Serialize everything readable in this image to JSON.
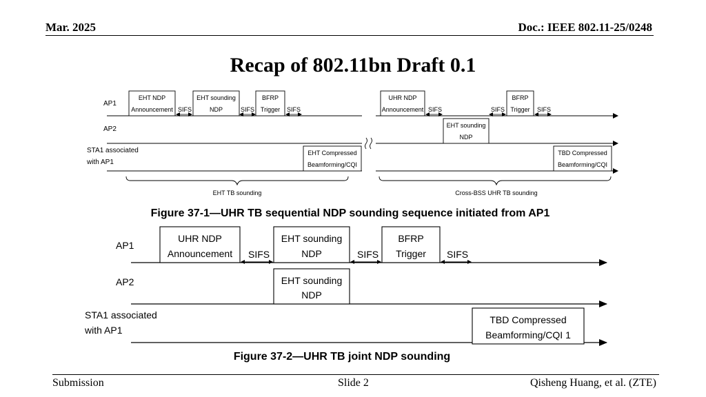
{
  "header": {
    "date": "Mar. 2025",
    "doc": "Doc.: IEEE 802.11-25/0248"
  },
  "title": "Recap of  802.11bn Draft 0.1",
  "figure1": {
    "caption": "Figure 37-1—UHR TB sequential NDP sounding sequence initiated from AP1",
    "rows": {
      "ap1": "AP1",
      "ap2": "AP2",
      "sta_line1": "STA1 associated",
      "sta_line2": "with AP1"
    },
    "left": {
      "ndpa": [
        "EHT NDP",
        "Announcement"
      ],
      "ndp": [
        "EHT sounding",
        "NDP"
      ],
      "trigger": [
        "BFRP",
        "Trigger"
      ],
      "report": [
        "EHT Compressed",
        "Beamforming/CQI"
      ],
      "sifs": "SIFS",
      "brace_label": "EHT TB sounding"
    },
    "right": {
      "ndpa": [
        "UHR NDP",
        "Announcement"
      ],
      "ndp_ap2": [
        "EHT sounding",
        "NDP"
      ],
      "trigger": [
        "BFRP",
        "Trigger"
      ],
      "report": [
        "TBD Compressed",
        "Beamforming/CQI"
      ],
      "sifs": "SIFS",
      "brace_label": "Cross-BSS UHR TB sounding"
    }
  },
  "figure2": {
    "caption": "Figure 37-2—UHR TB joint NDP sounding",
    "rows": {
      "ap1": "AP1",
      "ap2": "AP2",
      "sta_line1": "STA1 associated",
      "sta_line2": "with AP1"
    },
    "ndpa": [
      "UHR NDP",
      "Announcement"
    ],
    "ndp_ap1": [
      "EHT sounding",
      "NDP"
    ],
    "trigger": [
      "BFRP",
      "Trigger"
    ],
    "ndp_ap2": [
      "EHT sounding",
      "NDP"
    ],
    "report": [
      "TBD Compressed",
      "Beamforming/CQI 1"
    ],
    "sifs": "SIFS"
  },
  "footer": {
    "left": "Submission",
    "center": "Slide 2",
    "right": "Qisheng Huang, et al. (ZTE)"
  }
}
